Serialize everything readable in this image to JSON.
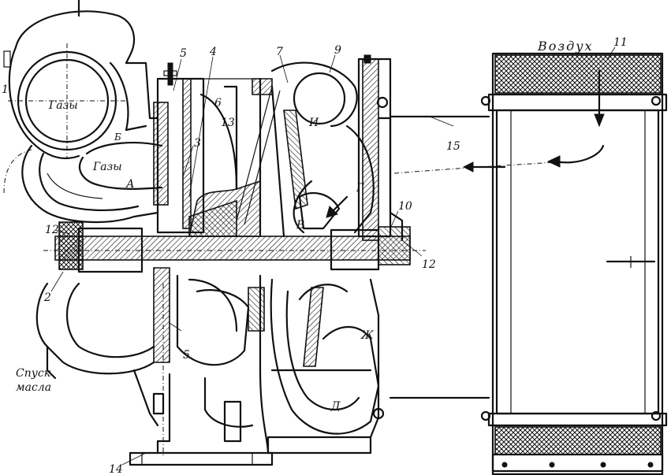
{
  "labels": {
    "gases_top": "Газы",
    "gases_mid": "Газы",
    "air": "Воздух",
    "oil_drain_1": "Спуск",
    "oil_drain_2": "масла",
    "n1": "1",
    "n2": "2",
    "n3": "3",
    "n4": "4",
    "n5_top": "5",
    "n5_bottom": "5",
    "n6": "6",
    "n7": "7",
    "n9": "9",
    "n10": "10",
    "n11": "11",
    "n12_left": "12",
    "n12_right": "12",
    "n13": "13",
    "n14": "14",
    "n15": "15",
    "letter_A": "А",
    "letter_B": "Б",
    "letter_V": "В",
    "letter_G": "Г",
    "letter_D": "Д",
    "letter_Zh": "Ж",
    "letter_I": "И"
  }
}
